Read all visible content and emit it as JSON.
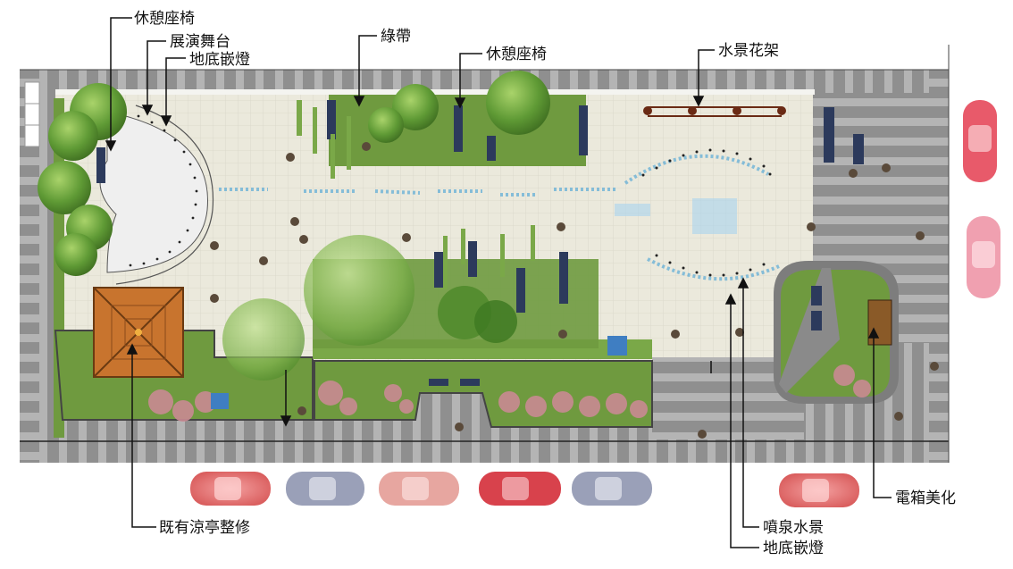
{
  "labels": {
    "rest_bench_1": "休憩座椅",
    "stage": "展演舞台",
    "ground_light_1": "地底嵌燈",
    "green_belt": "綠帶",
    "rest_bench_2": "休憩座椅",
    "water_trellis": "水景花架",
    "pavilion": "既有涼亭整修",
    "electric_box": "電箱美化",
    "fountain": "噴泉水景",
    "ground_light_2": "地底嵌燈"
  },
  "colors": {
    "plaza": "#ebe9dc",
    "grass": "#6f9a3f",
    "tree": "#5f9a35",
    "road": "#8f8f8f",
    "pavilion_roof": "#c8742e",
    "stage": "#efefef",
    "bench": "#2c3a5c",
    "water_dots": "#5aa9d6",
    "blossom": "#c98a93"
  }
}
